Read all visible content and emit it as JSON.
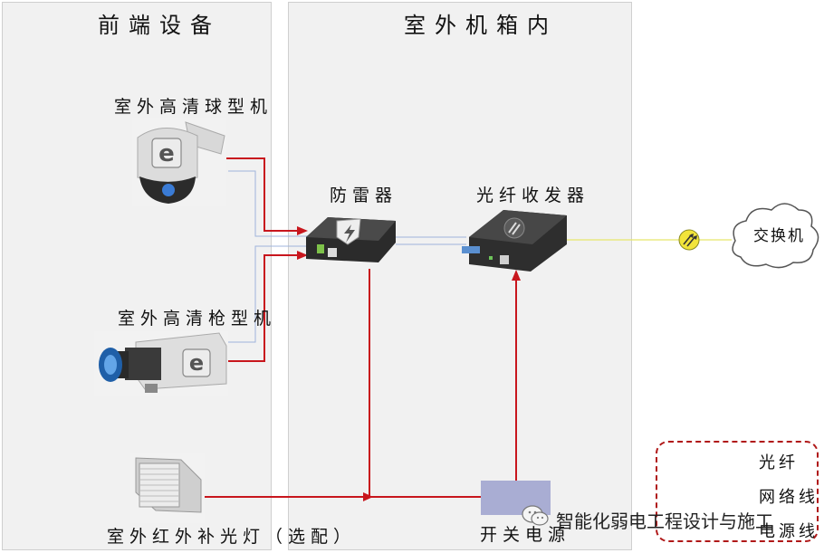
{
  "panels": {
    "left_title": "前端设备",
    "right_title": "室外机箱内"
  },
  "devices": {
    "dome_camera": "室外高清球型机",
    "box_camera": "室外高清枪型机",
    "ir_light": "室外红外补光灯（选配）",
    "protector": "防雷器",
    "media_converter": "光纤收发器",
    "power_supply": "开关电源",
    "cloud": "交换机"
  },
  "legend": {
    "fiber": "光纤",
    "network": "网络线",
    "power": "电源线"
  },
  "watermark": "智能化弱电工程设计与施工",
  "colors": {
    "power_line": "#c8161d",
    "network_line": "#6f8fc9",
    "fiber_line": "#e8e84a",
    "fiber_connector": "#f2e43a"
  }
}
